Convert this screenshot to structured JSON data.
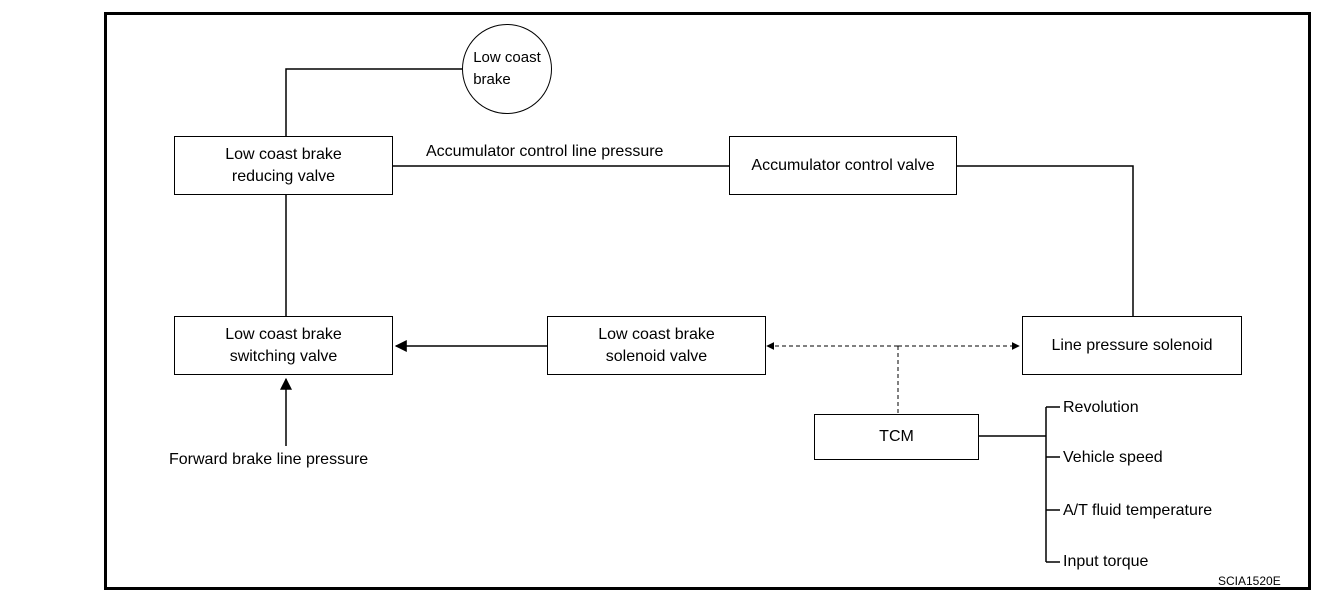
{
  "nodes": {
    "low_coast_brake": "Low coast\nbrake",
    "reducing_valve": "Low coast brake\nreducing valve",
    "accumulator_valve": "Accumulator control valve",
    "switching_valve": "Low coast brake\nswitching valve",
    "solenoid_valve": "Low coast brake\nsolenoid valve",
    "line_pressure_solenoid": "Line pressure solenoid",
    "tcm": "TCM"
  },
  "edge_labels": {
    "accumulator_line": "Accumulator control line pressure",
    "forward_brake": "Forward brake line pressure"
  },
  "inputs": [
    "Revolution",
    "Vehicle speed",
    "A/T fluid temperature",
    "Input torque"
  ],
  "figure_code": "SCIA1520E"
}
